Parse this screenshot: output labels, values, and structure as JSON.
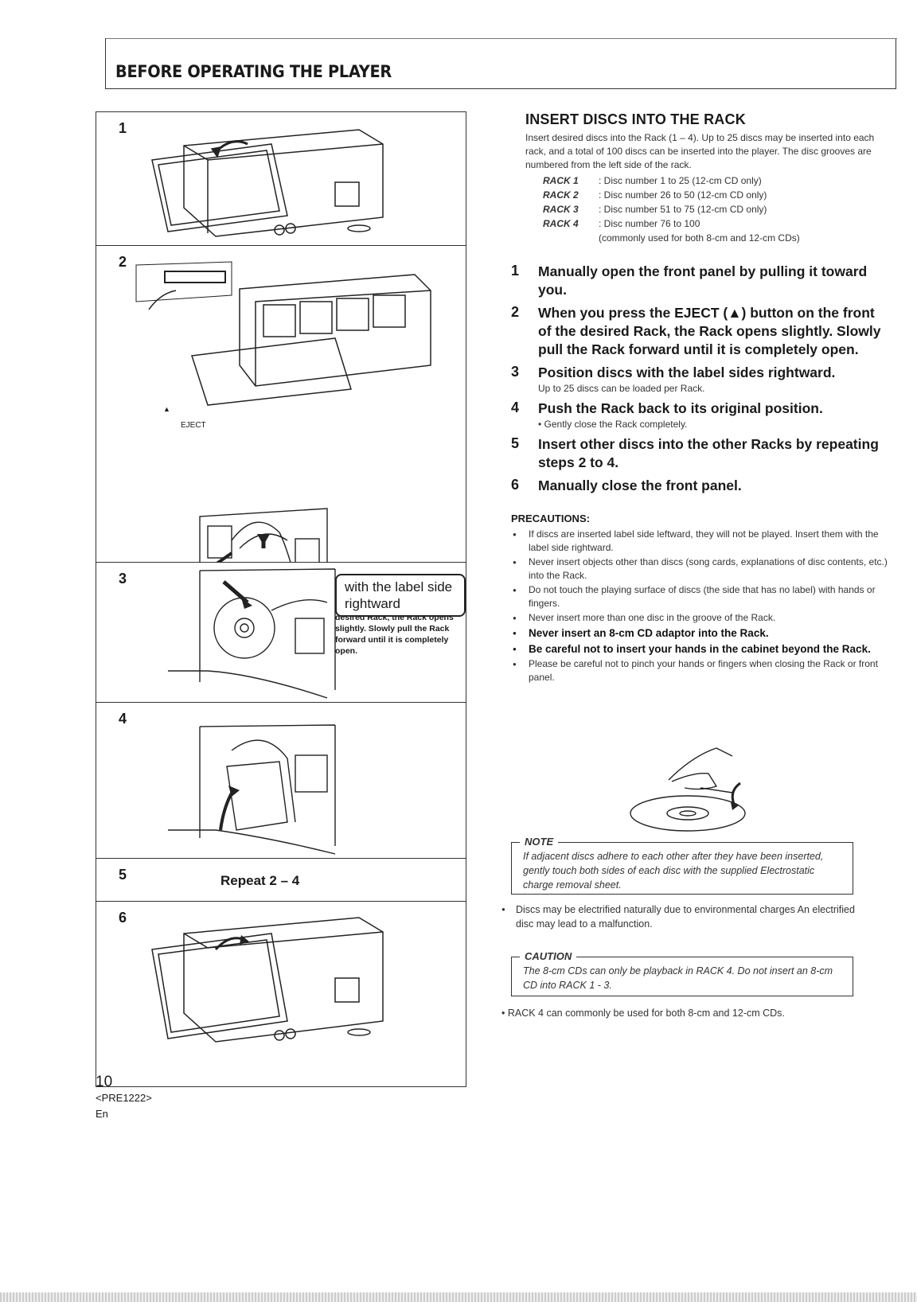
{
  "header": {
    "title": "BEFORE OPERATING THE PLAYER"
  },
  "steps_panel": {
    "steps": [
      {
        "num": "1"
      },
      {
        "num": "2",
        "eject_label": "EJECT",
        "callout": "When you press the EJECT (▲) button on the front of the desired Rack, the Rack opens slightly. Slowly pull the Rack forward until it is completely open."
      },
      {
        "num": "3",
        "label_box": "with the label side rightward"
      },
      {
        "num": "4"
      },
      {
        "num": "5",
        "repeat": "Repeat 2 – 4"
      },
      {
        "num": "6"
      }
    ]
  },
  "insert": {
    "heading": "INSERT DISCS INTO THE RACK",
    "intro": "Insert desired discs into the Rack (1 – 4). Up to 25 discs may be inserted into each rack, and a total of 100 discs can be inserted into the player. The disc grooves are numbered from the left side of the rack.",
    "racks": [
      {
        "name": "RACK 1",
        "desc": ": Disc number 1 to 25 (12-cm CD only)"
      },
      {
        "name": "RACK 2",
        "desc": ": Disc number 26 to 50 (12-cm CD only)"
      },
      {
        "name": "RACK 3",
        "desc": ": Disc number 51 to 75 (12-cm CD only)"
      },
      {
        "name": "RACK 4",
        "desc": ": Disc number 76 to 100"
      }
    ],
    "rack4_sub": "(commonly used for both 8-cm and 12-cm CDs)"
  },
  "instructions": [
    {
      "n": "1",
      "text": "Manually open the front panel by pulling it toward you.",
      "sub": ""
    },
    {
      "n": "2",
      "text": "When you press the EJECT (▲) button on the front of the desired Rack, the Rack opens slightly. Slowly pull the Rack forward until it is completely open.",
      "sub": ""
    },
    {
      "n": "3",
      "text": "Position discs with the label sides rightward.",
      "sub": "Up to 25 discs can be loaded per Rack."
    },
    {
      "n": "4",
      "text": "Push the Rack back to its original position.",
      "sub": "• Gently close the Rack completely."
    },
    {
      "n": "5",
      "text": "Insert other discs into the other Racks by repeating steps 2 to 4.",
      "sub": ""
    },
    {
      "n": "6",
      "text": "Manually close the front panel.",
      "sub": ""
    }
  ],
  "precautions": {
    "heading": "PRECAUTIONS:",
    "items": [
      "If discs are inserted label side leftward, they will not be played. Insert them with the label side rightward.",
      "Never insert objects other than discs (song cards, explanations of disc contents, etc.) into the Rack.",
      "Do not touch the playing surface of discs (the side that has no label) with hands or fingers.",
      "Never insert more than one disc in the groove of the Rack.",
      "Never insert an 8-cm CD adaptor into the Rack.",
      "Be careful not to insert your hands in the cabinet beyond the Rack.",
      "Please be careful not to pinch your hands or fingers when closing the Rack or front panel."
    ]
  },
  "note": {
    "label": "NOTE",
    "text": "If adjacent discs adhere to each other after they have been inserted, gently touch both sides of each disc with the supplied Electrostatic charge removal sheet."
  },
  "electrified": "Discs may be electrified naturally due to environmental charges An electrified disc may lead to a malfunction.",
  "caution": {
    "label": "CAUTION",
    "text": "The 8-cm CDs can only be playback in RACK 4. Do not insert an 8-cm CD into RACK 1 - 3."
  },
  "rack4_note": "• RACK 4 can commonly be used for both 8-cm and 12-cm CDs.",
  "footer": {
    "page": "10",
    "code": "<PRE1222>",
    "lang": "En"
  }
}
